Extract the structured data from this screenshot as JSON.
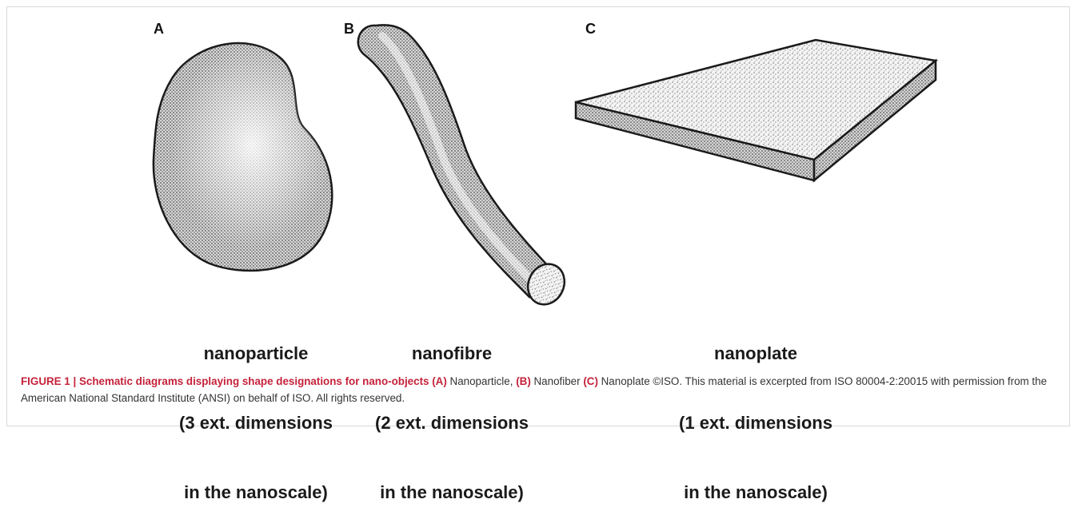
{
  "panels": [
    {
      "letter": "A",
      "caption": [
        "nanoparticle",
        "(3 ext. dimensions",
        "in the nanoscale)"
      ]
    },
    {
      "letter": "B",
      "caption": [
        "nanofibre",
        "(2 ext. dimensions",
        "in the nanoscale)"
      ]
    },
    {
      "letter": "C",
      "caption": [
        "nanoplate",
        "(1 ext. dimensions",
        "in the nanoscale)"
      ]
    }
  ],
  "figure_caption": {
    "label": "FIGURE 1 | Schematic diagrams displaying shape designations for nano-objects",
    "a_ref": "(A)",
    "a_text": "Nanoparticle,",
    "b_ref": "(B)",
    "b_text": "Nanofiber",
    "c_ref": "(C)",
    "c_text": "Nanoplate ©ISO. This material is excerpted from ISO 80004-2:20015 with permission from the American National Standard Institute (ANSI) on behalf of ISO. All rights reserved."
  },
  "colors": {
    "caption_accent": "#c4223a",
    "outline": "#1a1a1a",
    "stipple": "#6b6b6b"
  }
}
